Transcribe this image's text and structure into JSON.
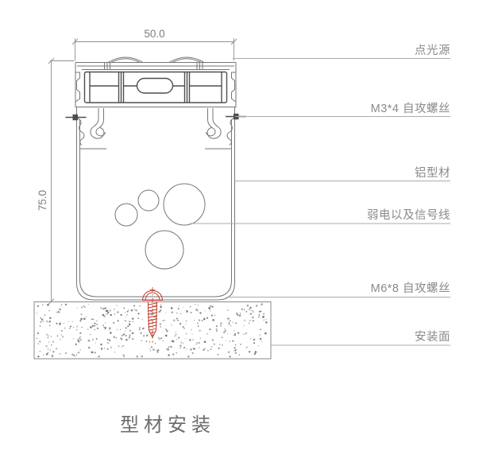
{
  "figure": {
    "title": "型材安装",
    "dimensions": {
      "width": "50.0",
      "height": "75.0"
    },
    "callouts": [
      {
        "label": "点光源"
      },
      {
        "label": "M3*4 自攻螺丝"
      },
      {
        "label": "铝型材"
      },
      {
        "label": "弱电以及信号线"
      },
      {
        "label": "M6*8 自攻螺丝"
      },
      {
        "label": "安装面"
      }
    ],
    "colors": {
      "drawing_line": "#767676",
      "detail_line": "#4e4e4e",
      "dimension_line": "#8f8f8f",
      "leader_line": "#ababab",
      "label_text": "#8a8a8a",
      "title_text": "#6d6d6d",
      "screw_accent": "#c0392b",
      "stipple_dot": "#5f5f5f"
    }
  }
}
